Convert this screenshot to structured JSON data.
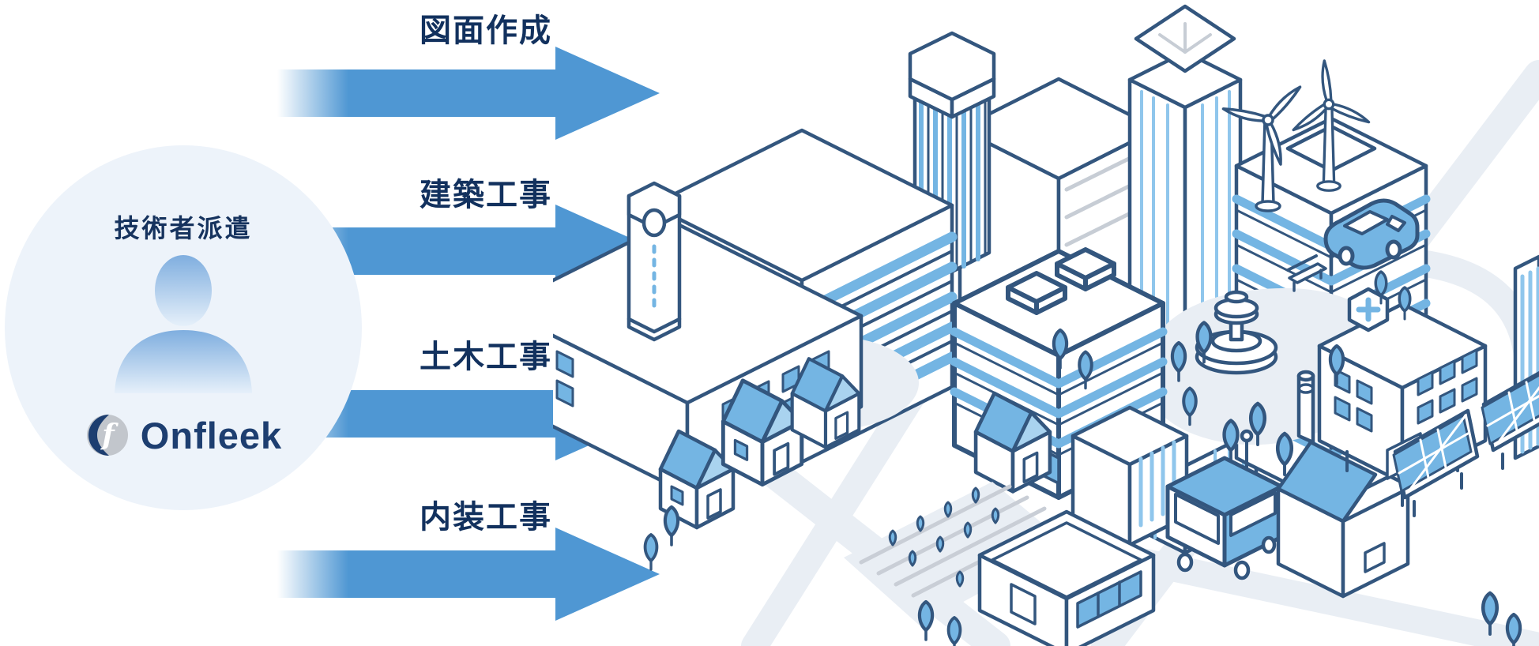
{
  "provider": {
    "title": "技術者派遣",
    "brand": "Onfleek",
    "logo_glyph": "f"
  },
  "flows": [
    {
      "label": "図面作成"
    },
    {
      "label": "建築工事"
    },
    {
      "label": "土木工事"
    },
    {
      "label": "内装工事"
    }
  ],
  "colors": {
    "arrow_blue": "#4F97D3",
    "label_navy": "#12315E",
    "outline_navy": "#33567E",
    "accent_blue": "#74B5E3",
    "light_blue_line": "#8FC6EC",
    "pale_blue": "#A9D3EF",
    "road_gray": "#E9EEF4",
    "detail_gray": "#C7CDD5",
    "circle_bg": "#EDF3FA",
    "logo_navy": "#1D3E70",
    "logo_gray": "#C2C6CC"
  },
  "city": {
    "icons": [
      "skyscraper",
      "hex-top-tower",
      "striped-tower",
      "rounded-tower",
      "school-building",
      "clock-tower",
      "house",
      "crop-field",
      "park",
      "fountain",
      "bench",
      "street-lamp",
      "hospital-building",
      "medical-cross",
      "solar-panel",
      "factory-building",
      "bus",
      "car",
      "wind-turbine",
      "tree",
      "road",
      "store-building"
    ]
  }
}
